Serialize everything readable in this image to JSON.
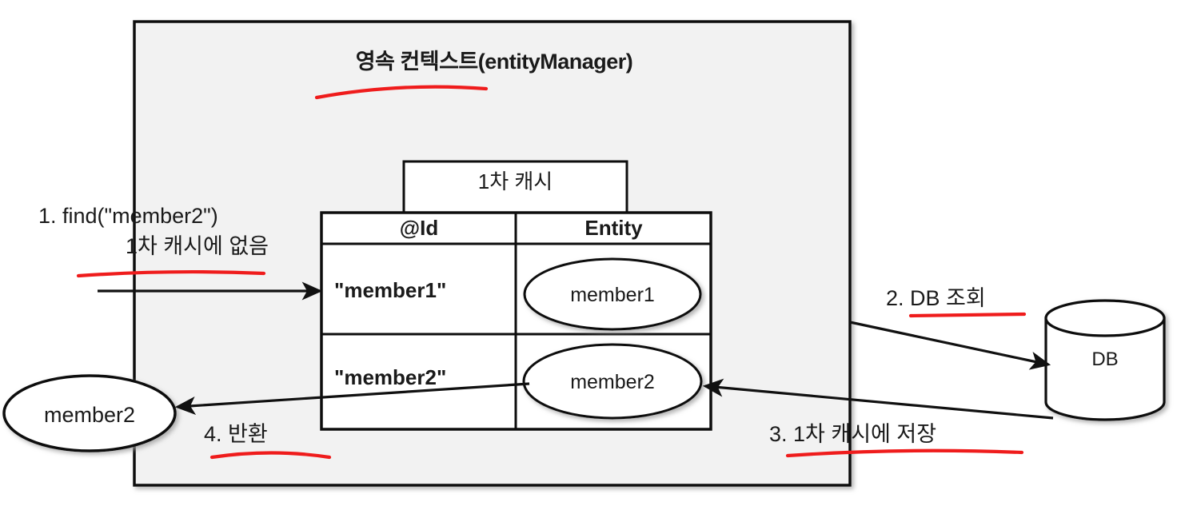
{
  "diagram": {
    "type": "jpa-persistence-context-first-level-cache",
    "container": {
      "title": "영속 컨텍스트(entityManager)",
      "underline_color": "#ef1c1c",
      "fill": "#f2f2f2",
      "border": "#000000"
    },
    "cache_box": {
      "title": "1차 캐시",
      "columns": [
        "@Id",
        "Entity"
      ],
      "rows": [
        {
          "id": "\"member1\"",
          "entity": "member1"
        },
        {
          "id": "\"member2\"",
          "entity": "member2"
        }
      ]
    },
    "external": {
      "db_label": "DB",
      "returned_entity": "member2"
    },
    "steps": [
      {
        "n": "1",
        "line1": "1. find(\"member2\")",
        "line2": "1차 캐시에 없음",
        "underlined": true
      },
      {
        "n": "2",
        "line1": "2. DB 조회",
        "underlined": true
      },
      {
        "n": "3",
        "line1": "3. 1차 캐시에 저장",
        "underlined": true
      },
      {
        "n": "4",
        "line1": "4. 반환",
        "underlined": true
      }
    ],
    "colors": {
      "ink": "#1a1a1a",
      "highlight": "#ef1c1c",
      "panel": "#f2f2f2",
      "white": "#ffffff"
    }
  }
}
